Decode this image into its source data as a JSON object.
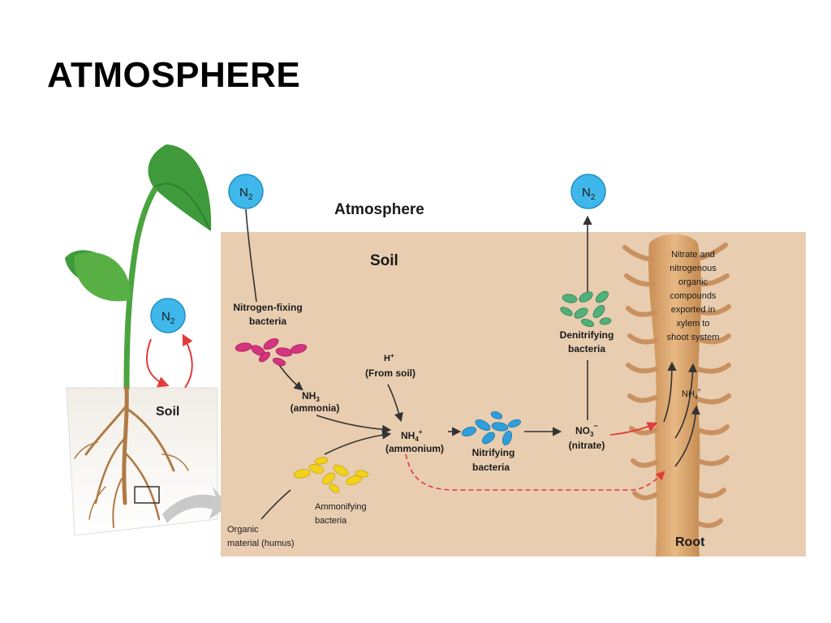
{
  "slide": {
    "title": "ATMOSPHERE"
  },
  "labels": {
    "atmosphere": "Atmosphere",
    "soil_panel": "Soil",
    "soil_plant": "Soil",
    "root": "Root",
    "n2_base": "N",
    "n2_sub": "2",
    "nitrogen_fixing_1": "Nitrogen-fixing",
    "nitrogen_fixing_2": "bacteria",
    "nh3_base": "NH",
    "nh3_sub": "3",
    "ammonia": "(ammonia)",
    "h_base": "H",
    "h_sup": "+",
    "from_soil": "(From soil)",
    "nh4_base": "NH",
    "nh4_sub": "4",
    "nh4_sup": "+",
    "ammonium": "(ammonium)",
    "nitrifying_1": "Nitrifying",
    "nitrifying_2": "bacteria",
    "no3_base": "NO",
    "no3_sub": "3",
    "no3_sup": "−",
    "nitrate": "(nitrate)",
    "denitrifying_1": "Denitrifying",
    "denitrifying_2": "bacteria",
    "ammonifying_1": "Ammonifying",
    "ammonifying_2": "bacteria",
    "organic_1": "Organic",
    "organic_2": "material (humus)",
    "root_nh4_base": "NH",
    "root_nh4_sub": "4",
    "root_nh4_sup": "+",
    "export_lines": [
      "Nitrate and",
      "nitrogenous",
      "organic",
      "compounds",
      "exported in",
      "xylem to",
      "shoot system"
    ]
  },
  "colors": {
    "soil_panel": "#e8cdb0",
    "n2_bubble": "#3fb7ea",
    "nitrogen_fixing_bacteria": "#d6337e",
    "ammonifying_bacteria": "#f2d21c",
    "nitrifying_bacteria": "#2f9fdc",
    "denitrifying_bacteria": "#52b07a",
    "root": "#d9a36c",
    "leaf": "#3e9a3a",
    "red_arrow": "#e23b3b"
  }
}
